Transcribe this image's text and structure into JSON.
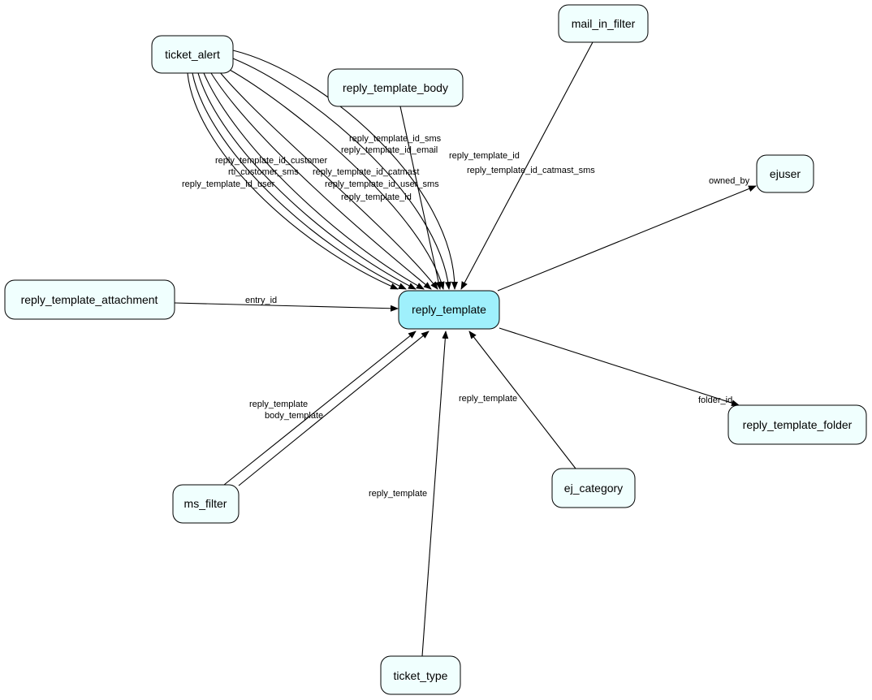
{
  "nodes": {
    "ticket_alert": "ticket_alert",
    "reply_template_body": "reply_template_body",
    "mail_in_filter": "mail_in_filter",
    "ejuser": "ejuser",
    "reply_template_attachment": "reply_template_attachment",
    "reply_template": "reply_template",
    "reply_template_folder": "reply_template_folder",
    "ms_filter": "ms_filter",
    "ej_category": "ej_category",
    "ticket_type": "ticket_type"
  },
  "edge_labels": {
    "ta_customer": "reply_template_id_customer",
    "ta_customer_sms": "rti_customer_sms",
    "ta_user": "reply_template_id_user",
    "ta_sms": "reply_template_id_sms",
    "ta_email": "reply_template_id_email",
    "ta_catmast_sms": "reply_template_id_catmast_sms",
    "ta_catmast": "reply_template_id_catmast",
    "ta_user_sms": "reply_template_id_user_sms",
    "ta_id": "reply_template_id",
    "mail_in_filter": "reply_template_id",
    "ejuser": "owned_by",
    "attachment": "entry_id",
    "folder": "folder_id",
    "ms_filter_1": "reply_template",
    "ms_filter_2": "body_template",
    "ej_category": "reply_template",
    "ticket_type": "reply_template"
  },
  "colors": {
    "main_node": "#9ff0fc",
    "node": "#f0fffe"
  }
}
